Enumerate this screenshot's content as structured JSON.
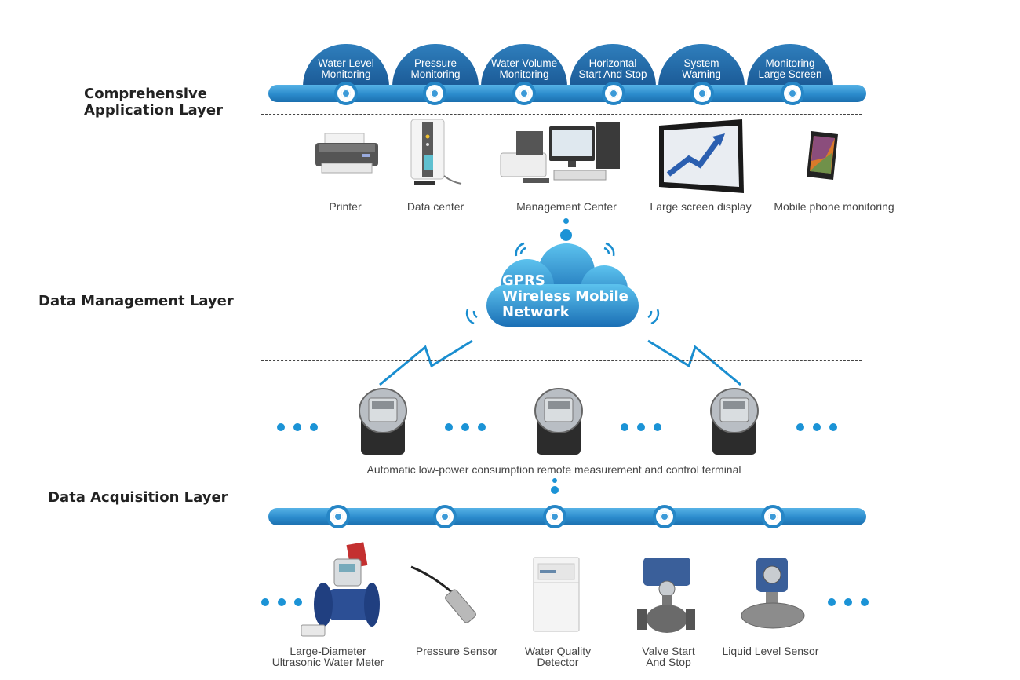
{
  "layers": {
    "application": [
      "Comprehensive",
      "Application Layer"
    ],
    "management": "Data Management Layer",
    "acquisition": "Data Acquisition Layer"
  },
  "applications": [
    {
      "line1": "Water Level",
      "line2": "Monitoring"
    },
    {
      "line1": "Pressure",
      "line2": "Monitoring"
    },
    {
      "line1": "Water Volume",
      "line2": "Monitoring"
    },
    {
      "line1": "Horizontal",
      "line2": "Start And Stop"
    },
    {
      "line1": "System",
      "line2": "Warning"
    },
    {
      "line1": "Monitoring",
      "line2": "Large Screen"
    }
  ],
  "devices": [
    {
      "label": "Printer",
      "icon": "printer-icon"
    },
    {
      "label": "Data center",
      "icon": "server-icon"
    },
    {
      "label": "Management Center",
      "icon": "computer-icon"
    },
    {
      "label": "Large screen display",
      "icon": "large-screen-icon"
    },
    {
      "label": "Mobile phone monitoring",
      "icon": "mobile-phone-icon"
    }
  ],
  "network": {
    "line1": "GPRS",
    "line2": "Wireless Mobile",
    "line3": "Network"
  },
  "terminal_caption": "Automatic low-power consumption remote measurement and control terminal",
  "sensors": [
    {
      "line1": "Large-Diameter",
      "line2": "Ultrasonic Water Meter",
      "icon": "water-meter-icon"
    },
    {
      "line1": "Pressure Sensor",
      "line2": "",
      "icon": "pressure-sensor-icon"
    },
    {
      "line1": "Water Quality",
      "line2": "Detector",
      "icon": "water-quality-detector-icon"
    },
    {
      "line1": "Valve Start",
      "line2": "And Stop",
      "icon": "valve-icon"
    },
    {
      "line1": "Liquid Level Sensor",
      "line2": "",
      "icon": "liquid-level-sensor-icon"
    }
  ],
  "colors": {
    "bar": "#2b8bcc",
    "dome": "#1b5a96",
    "cloud": "#3a9ad6",
    "dots": "#1b93d6"
  }
}
